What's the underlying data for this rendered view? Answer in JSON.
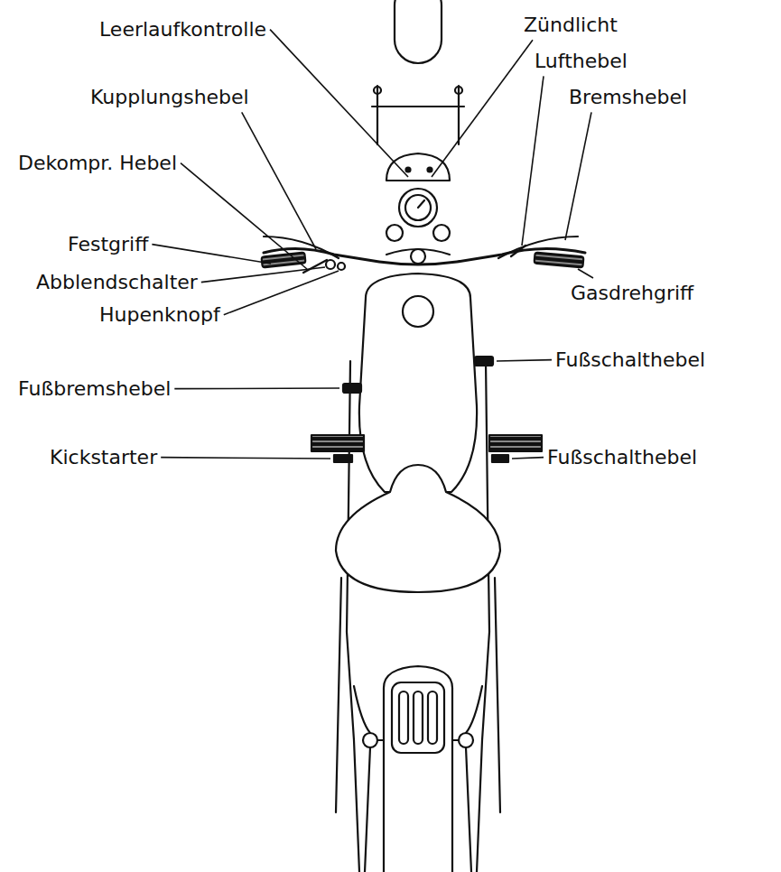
{
  "diagram": {
    "labels": [
      "Leerlaufkontrolle",
      "Zündlicht",
      "Lufthebel",
      "Kupplungshebel",
      "Bremshebel",
      "Dekompr. Hebel",
      "Festgriff",
      "Gasdrehgriff",
      "Abblendschalter",
      "Hupenknopf",
      "Fußschalthebel",
      "Fußbremshebel",
      "Kickstarter",
      "Fußschalthebel"
    ]
  }
}
